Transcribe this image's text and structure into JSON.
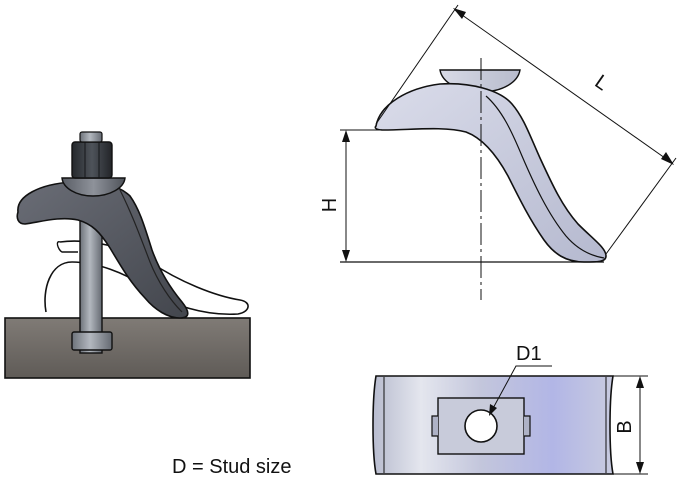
{
  "labels": {
    "length": "L",
    "height": "H",
    "hole": "D1",
    "width": "B"
  },
  "caption": "D = Stud size",
  "colors": {
    "base": "#6e6a66",
    "clamp_dark": "#50535b",
    "clamp_side": "#c7cad3",
    "clamp_face": "#bcc0de",
    "stud": "#8c9199",
    "nut": "#35383e",
    "line": "#111111"
  }
}
